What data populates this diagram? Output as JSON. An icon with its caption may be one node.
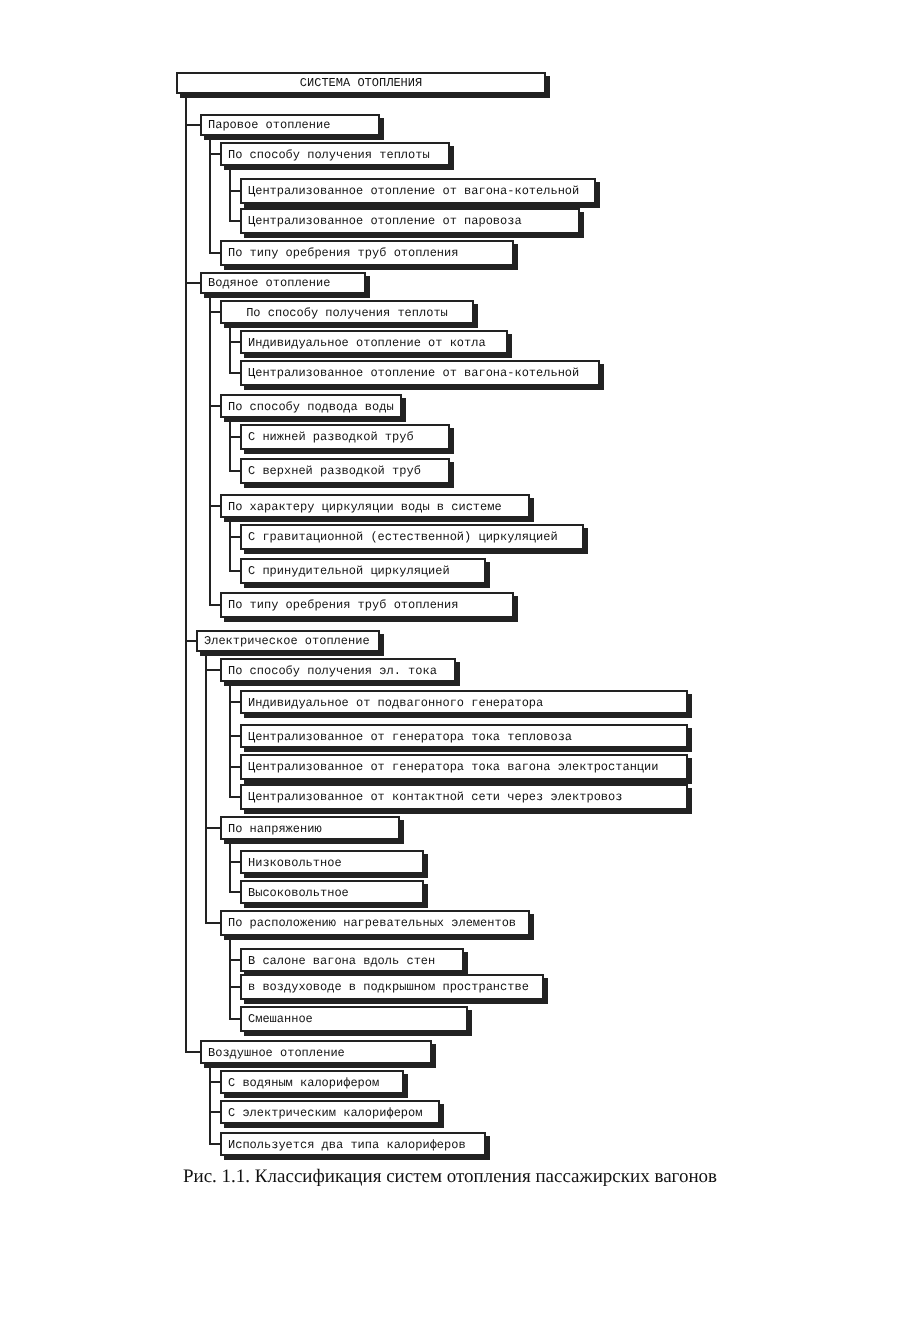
{
  "diagram": {
    "caption": "Рис. 1.1. Классификация систем отопления пассажирских вагонов",
    "nodes": [
      {
        "text": [
          "СИСТЕМА ОТОПЛЕНИЯ"
        ]
      },
      {
        "text": [
          "Паровое отопление"
        ]
      },
      {
        "text": [
          "По способу получения теплоты"
        ]
      },
      {
        "text": [
          "Централизованное отопление от вагона-котельной"
        ]
      },
      {
        "text": [
          "Централизованное отопление от паровоза"
        ]
      },
      {
        "text": [
          "По типу оребрения труб отопления"
        ]
      },
      {
        "text": [
          "Водяное отопление"
        ]
      },
      {
        "text": [
          "По способу получения теплоты"
        ]
      },
      {
        "text": [
          "Индивидуальное отопление от котла"
        ]
      },
      {
        "text": [
          "Централизованное отопление от вагона-котельной"
        ]
      },
      {
        "text": [
          "По способу подвода воды"
        ]
      },
      {
        "text": [
          "С нижней разводкой труб"
        ]
      },
      {
        "text": [
          "С верхней разводкой труб"
        ]
      },
      {
        "text": [
          "По характеру циркуляции воды в системе"
        ]
      },
      {
        "text": [
          "С гравитационной (естественной) циркуляцией"
        ]
      },
      {
        "text": [
          "С принудительной циркуляцией"
        ]
      },
      {
        "text": [
          "По типу оребрения труб отопления"
        ]
      },
      {
        "text": [
          "Электрическое отопление"
        ]
      },
      {
        "text": [
          "По способу получения эл. тока"
        ]
      },
      {
        "text": [
          "Индивидуальное от подвагонного генератора"
        ]
      },
      {
        "text": [
          "Централизованное от генератора тока тепловоза"
        ]
      },
      {
        "text": [
          "Централизованное от генератора тока вагона электростанции"
        ]
      },
      {
        "text": [
          "Централизованное от контактной сети через электровоз"
        ]
      },
      {
        "text": [
          "По напряжению"
        ]
      },
      {
        "text": [
          "Низковольтное"
        ]
      },
      {
        "text": [
          "Высоковольтное"
        ]
      },
      {
        "text": [
          "По расположению нагревательных элементов"
        ]
      },
      {
        "text": [
          "В салоне вагона вдоль стен"
        ]
      },
      {
        "text": [
          "в воздуховоде в подкрышном пространстве"
        ]
      },
      {
        "text": [
          "Смешанное"
        ]
      },
      {
        "text": [
          "Воздушное отопление"
        ]
      },
      {
        "text": [
          "С водяным калорифером"
        ]
      },
      {
        "text": [
          "С электрическим калорифером"
        ]
      },
      {
        "text": [
          "Используется два типа калориферов"
        ]
      }
    ],
    "edges": [
      {
        "from": 0,
        "to": 1,
        "arrow": "none"
      },
      {
        "from": 1,
        "to": 2,
        "arrow": "none"
      },
      {
        "from": 2,
        "to": 3,
        "arrow": "none"
      },
      {
        "from": 2,
        "to": 4,
        "arrow": "none"
      },
      {
        "from": 1,
        "to": 5,
        "arrow": "none"
      },
      {
        "from": 0,
        "to": 6,
        "arrow": "none"
      },
      {
        "from": 6,
        "to": 7,
        "arrow": "none"
      },
      {
        "from": 7,
        "to": 8,
        "arrow": "none"
      },
      {
        "from": 7,
        "to": 9,
        "arrow": "none"
      },
      {
        "from": 6,
        "to": 10,
        "arrow": "none"
      },
      {
        "from": 10,
        "to": 11,
        "arrow": "none"
      },
      {
        "from": 10,
        "to": 12,
        "arrow": "none"
      },
      {
        "from": 6,
        "to": 13,
        "arrow": "none"
      },
      {
        "from": 13,
        "to": 14,
        "arrow": "none"
      },
      {
        "from": 13,
        "to": 15,
        "arrow": "none"
      },
      {
        "from": 6,
        "to": 16,
        "arrow": "none"
      },
      {
        "from": 0,
        "to": 17,
        "arrow": "none"
      },
      {
        "from": 17,
        "to": 18,
        "arrow": "none"
      },
      {
        "from": 18,
        "to": 19,
        "arrow": "none"
      },
      {
        "from": 18,
        "to": 20,
        "arrow": "none"
      },
      {
        "from": 18,
        "to": 21,
        "arrow": "none"
      },
      {
        "from": 18,
        "to": 22,
        "arrow": "none"
      },
      {
        "from": 17,
        "to": 23,
        "arrow": "none"
      },
      {
        "from": 23,
        "to": 24,
        "arrow": "none"
      },
      {
        "from": 23,
        "to": 25,
        "arrow": "none"
      },
      {
        "from": 17,
        "to": 26,
        "arrow": "none"
      },
      {
        "from": 26,
        "to": 27,
        "arrow": "none"
      },
      {
        "from": 26,
        "to": 28,
        "arrow": "none"
      },
      {
        "from": 26,
        "to": 29,
        "arrow": "none"
      },
      {
        "from": 0,
        "to": 30,
        "arrow": "none"
      },
      {
        "from": 30,
        "to": 31,
        "arrow": "none"
      },
      {
        "from": 30,
        "to": 32,
        "arrow": "none"
      },
      {
        "from": 30,
        "to": 33,
        "arrow": "none"
      }
    ]
  }
}
